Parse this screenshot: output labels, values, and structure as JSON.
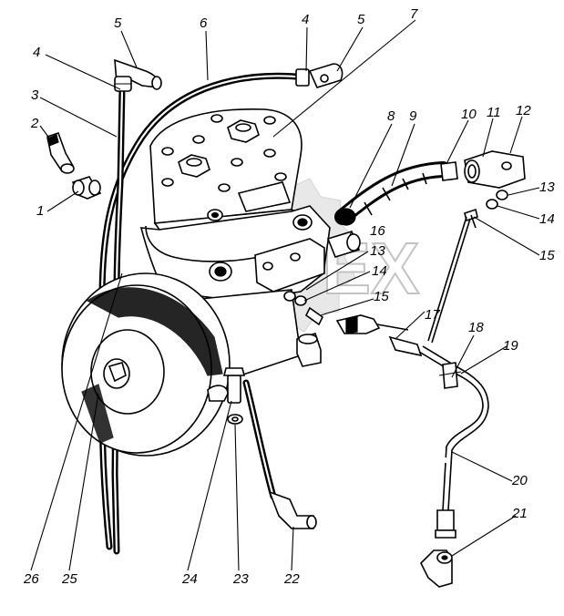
{
  "watermark": {
    "text": "OPEX"
  },
  "callouts": [
    {
      "id": "c-5a",
      "label": "5"
    },
    {
      "id": "c-6",
      "label": "6"
    },
    {
      "id": "c-4a",
      "label": "4"
    },
    {
      "id": "c-5b",
      "label": "5"
    },
    {
      "id": "c-7",
      "label": "7"
    },
    {
      "id": "c-4b",
      "label": "4"
    },
    {
      "id": "c-3",
      "label": "3"
    },
    {
      "id": "c-2",
      "label": "2"
    },
    {
      "id": "c-1",
      "label": "1"
    },
    {
      "id": "c-8",
      "label": "8"
    },
    {
      "id": "c-9",
      "label": "9"
    },
    {
      "id": "c-10",
      "label": "10"
    },
    {
      "id": "c-11",
      "label": "11"
    },
    {
      "id": "c-12",
      "label": "12"
    },
    {
      "id": "c-13a",
      "label": "13"
    },
    {
      "id": "c-14a",
      "label": "14"
    },
    {
      "id": "c-15a",
      "label": "15"
    },
    {
      "id": "c-16",
      "label": "16"
    },
    {
      "id": "c-13b",
      "label": "13"
    },
    {
      "id": "c-14b",
      "label": "14"
    },
    {
      "id": "c-15b",
      "label": "15"
    },
    {
      "id": "c-17",
      "label": "17"
    },
    {
      "id": "c-18",
      "label": "18"
    },
    {
      "id": "c-19",
      "label": "19"
    },
    {
      "id": "c-20",
      "label": "20"
    },
    {
      "id": "c-21",
      "label": "21"
    },
    {
      "id": "c-22",
      "label": "22"
    },
    {
      "id": "c-23",
      "label": "23"
    },
    {
      "id": "c-24",
      "label": "24"
    },
    {
      "id": "c-25",
      "label": "25"
    },
    {
      "id": "c-26",
      "label": "26"
    }
  ]
}
